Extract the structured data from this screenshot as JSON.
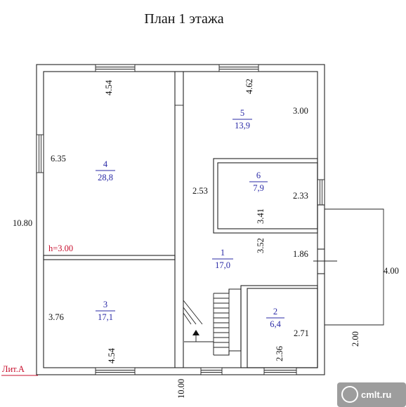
{
  "title": "План 1 этажа",
  "building_label": "Лит.А",
  "ceiling_height": "h=3.00",
  "dimensions": {
    "total_height": "10.80",
    "total_width": "10.00",
    "room4_top": "4.54",
    "room4_left": "6.35",
    "room3_left": "3.76",
    "room3_bottom": "4.54",
    "room5_top": "4.62",
    "room5_right": "3.00",
    "room6_left": "2.53",
    "room6_right": "2.33",
    "room6_bottom": "3.41",
    "corridor_vertical": "3.52",
    "corridor_right": "1.86",
    "room2_right": "2.71",
    "room2_bottom": "2.36",
    "porch_right": "4.00",
    "porch_bottom": "2.00"
  },
  "rooms": [
    {
      "number": "4",
      "area": "28,8"
    },
    {
      "number": "5",
      "area": "13,9"
    },
    {
      "number": "6",
      "area": "7,9"
    },
    {
      "number": "1",
      "area": "17,0"
    },
    {
      "number": "3",
      "area": "17,1"
    },
    {
      "number": "2",
      "area": "6,4"
    }
  ],
  "watermark": "cmlt.ru",
  "colors": {
    "room_label": "#2a2aa6",
    "height_label": "#c8102e",
    "watermark_bg": "#8c8c8c"
  }
}
